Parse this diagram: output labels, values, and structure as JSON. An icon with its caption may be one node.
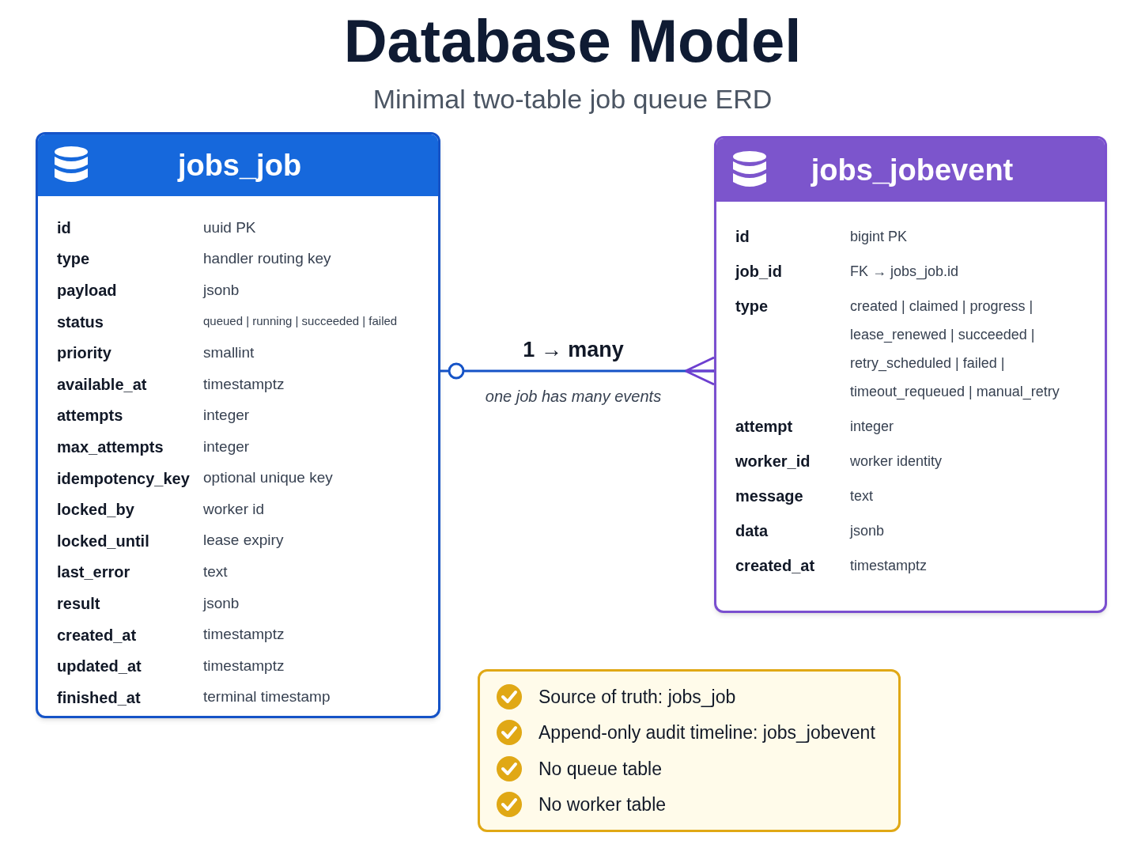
{
  "diagram": {
    "title": "Database Model",
    "caption": "Minimal two-table job queue ERD",
    "nodes": [
      {
        "text": [
          "jobs_job",
          "id",
          "uuid PK",
          "type",
          "handler routing key",
          "payload",
          "jsonb",
          "status",
          "queued | running | succeeded | failed",
          "priority",
          "smallint",
          "available_at",
          "timestamptz",
          "attempts",
          "integer",
          "max_attempts",
          "integer",
          "idempotency_key",
          "optional unique key",
          "locked_by",
          "worker id",
          "locked_until",
          "lease expiry",
          "last_error",
          "text",
          "result",
          "jsonb",
          "created_at",
          "timestamptz",
          "updated_at",
          "timestamptz",
          "finished_at",
          "terminal timestamp"
        ]
      },
      {
        "text": [
          "jobs_jobevent",
          "id",
          "bigint PK",
          "job_id",
          "FK → jobs_job.id",
          "type",
          "created | claimed | progress | lease_renewed | succeeded | retry_scheduled | failed | timeout_requeued | manual_retry",
          "attempt",
          "integer",
          "worker_id",
          "worker identity",
          "message",
          "text",
          "data",
          "jsonb",
          "created_at",
          "timestamptz"
        ]
      },
      {
        "text": [
          "Source of truth: jobs_job",
          "Append-only audit timeline: jobs_jobevent",
          "No queue table",
          "No worker table"
        ]
      }
    ],
    "edges": [
      {
        "from": 0,
        "to": 1,
        "arrow": "other",
        "label": "1 → many"
      }
    ],
    "labels": [
      "one job has many events"
    ]
  }
}
